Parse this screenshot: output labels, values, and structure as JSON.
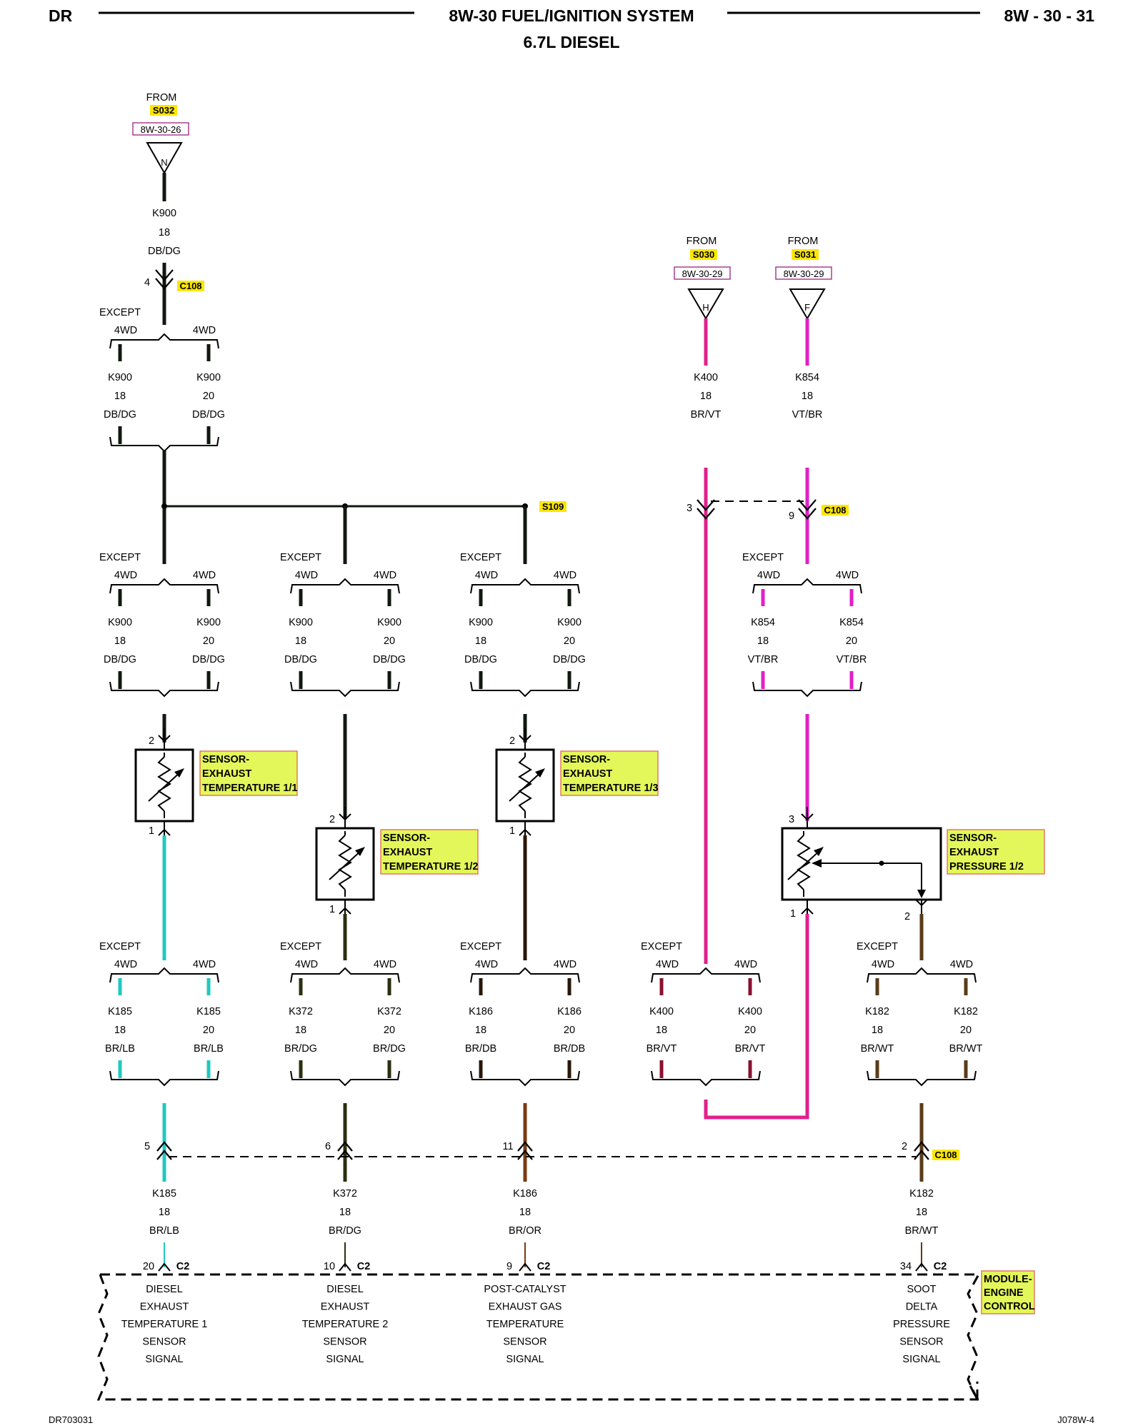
{
  "header": {
    "left": "DR",
    "title": "8W-30 FUEL/IGNITION SYSTEM",
    "subtitle": "6.7L DIESEL",
    "page": "8W - 30 - 31"
  },
  "footer": {
    "left": "DR703031",
    "right": "J078W-4"
  },
  "colors": {
    "dbdg": "#101810",
    "brvt": "#e0208c",
    "vtbr": "#e020c8",
    "brlb": "#20c8c0",
    "brdg": "#2a3010",
    "brdb": "#2a1608",
    "brwt": "#5a3c18",
    "bror": "#7a3a10",
    "brvt_low": "#8a1030"
  },
  "sources": [
    {
      "from": "FROM",
      "splice": "S032",
      "ref": "8W-30-26",
      "letter": "N"
    },
    {
      "from": "FROM",
      "splice": "S030",
      "ref": "8W-30-29",
      "letter": "H"
    },
    {
      "from": "FROM",
      "splice": "S031",
      "ref": "8W-30-29",
      "letter": "F"
    }
  ],
  "top_wire": {
    "circuit": "K900",
    "gauge": "18",
    "color": "DB/DG",
    "pin": "4",
    "connector": "C108"
  },
  "except_label": "EXCEPT",
  "branch_4wd": "4WD",
  "splice_s109": "S109",
  "c108_pins": {
    "brvt": "3",
    "vtbr": "9",
    "label": "C108"
  },
  "c108_bottom": {
    "label": "C108",
    "pins": [
      "5",
      "6",
      "11",
      "2"
    ]
  },
  "wires_level1": [
    {
      "c": "K900",
      "g": "18",
      "col": "DB/DG"
    },
    {
      "c": "K900",
      "g": "20",
      "col": "DB/DG"
    },
    {
      "c": "K400",
      "g": "18",
      "col": "BR/VT"
    },
    {
      "c": "K854",
      "g": "18",
      "col": "VT/BR"
    }
  ],
  "wires_level2": [
    {
      "c": "K900",
      "g": "18",
      "col": "DB/DG"
    },
    {
      "c": "K900",
      "g": "20",
      "col": "DB/DG"
    },
    {
      "c": "K900",
      "g": "18",
      "col": "DB/DG"
    },
    {
      "c": "K900",
      "g": "20",
      "col": "DB/DG"
    },
    {
      "c": "K900",
      "g": "18",
      "col": "DB/DG"
    },
    {
      "c": "K900",
      "g": "20",
      "col": "DB/DG"
    },
    {
      "c": "K854",
      "g": "18",
      "col": "VT/BR"
    },
    {
      "c": "K854",
      "g": "20",
      "col": "VT/BR"
    }
  ],
  "sensors": [
    {
      "l1": "SENSOR-",
      "l2": "EXHAUST",
      "l3": "TEMPERATURE 1/1",
      "pin_top": "2",
      "pin_bot": "1"
    },
    {
      "l1": "SENSOR-",
      "l2": "EXHAUST",
      "l3": "TEMPERATURE 1/2",
      "pin_top": "2",
      "pin_bot": "1"
    },
    {
      "l1": "SENSOR-",
      "l2": "EXHAUST",
      "l3": "TEMPERATURE 1/3",
      "pin_top": "2",
      "pin_bot": "1"
    },
    {
      "l1": "SENSOR-",
      "l2": "EXHAUST",
      "l3": "PRESSURE 1/2",
      "pin_top": "3",
      "pin_left": "1",
      "pin_right": "2"
    }
  ],
  "wires_level3": [
    {
      "c": "K185",
      "g": "18",
      "col": "BR/LB"
    },
    {
      "c": "K185",
      "g": "20",
      "col": "BR/LB"
    },
    {
      "c": "K372",
      "g": "18",
      "col": "BR/DG"
    },
    {
      "c": "K372",
      "g": "20",
      "col": "BR/DG"
    },
    {
      "c": "K186",
      "g": "18",
      "col": "BR/DB"
    },
    {
      "c": "K186",
      "g": "20",
      "col": "BR/DB"
    },
    {
      "c": "K400",
      "g": "18",
      "col": "BR/VT"
    },
    {
      "c": "K400",
      "g": "20",
      "col": "BR/VT"
    },
    {
      "c": "K182",
      "g": "18",
      "col": "BR/WT"
    },
    {
      "c": "K182",
      "g": "20",
      "col": "BR/WT"
    }
  ],
  "wires_level4": [
    {
      "c": "K185",
      "g": "18",
      "col": "BR/LB"
    },
    {
      "c": "K372",
      "g": "18",
      "col": "BR/DG"
    },
    {
      "c": "K186",
      "g": "18",
      "col": "BR/OR"
    },
    {
      "c": "K182",
      "g": "18",
      "col": "BR/WT"
    }
  ],
  "module": {
    "name": [
      "MODULE-",
      "ENGINE",
      "CONTROL"
    ],
    "connector": "C2",
    "pins": [
      "20",
      "10",
      "9",
      "34"
    ],
    "inputs": [
      [
        "DIESEL",
        "EXHAUST",
        "TEMPERATURE 1",
        "SENSOR",
        "SIGNAL"
      ],
      [
        "DIESEL",
        "EXHAUST",
        "TEMPERATURE 2",
        "SENSOR",
        "SIGNAL"
      ],
      [
        "POST-CATALYST",
        "EXHAUST GAS",
        "TEMPERATURE",
        "SENSOR",
        "SIGNAL"
      ],
      [
        "SOOT",
        "DELTA",
        "PRESSURE",
        "SENSOR",
        "SIGNAL"
      ]
    ]
  }
}
